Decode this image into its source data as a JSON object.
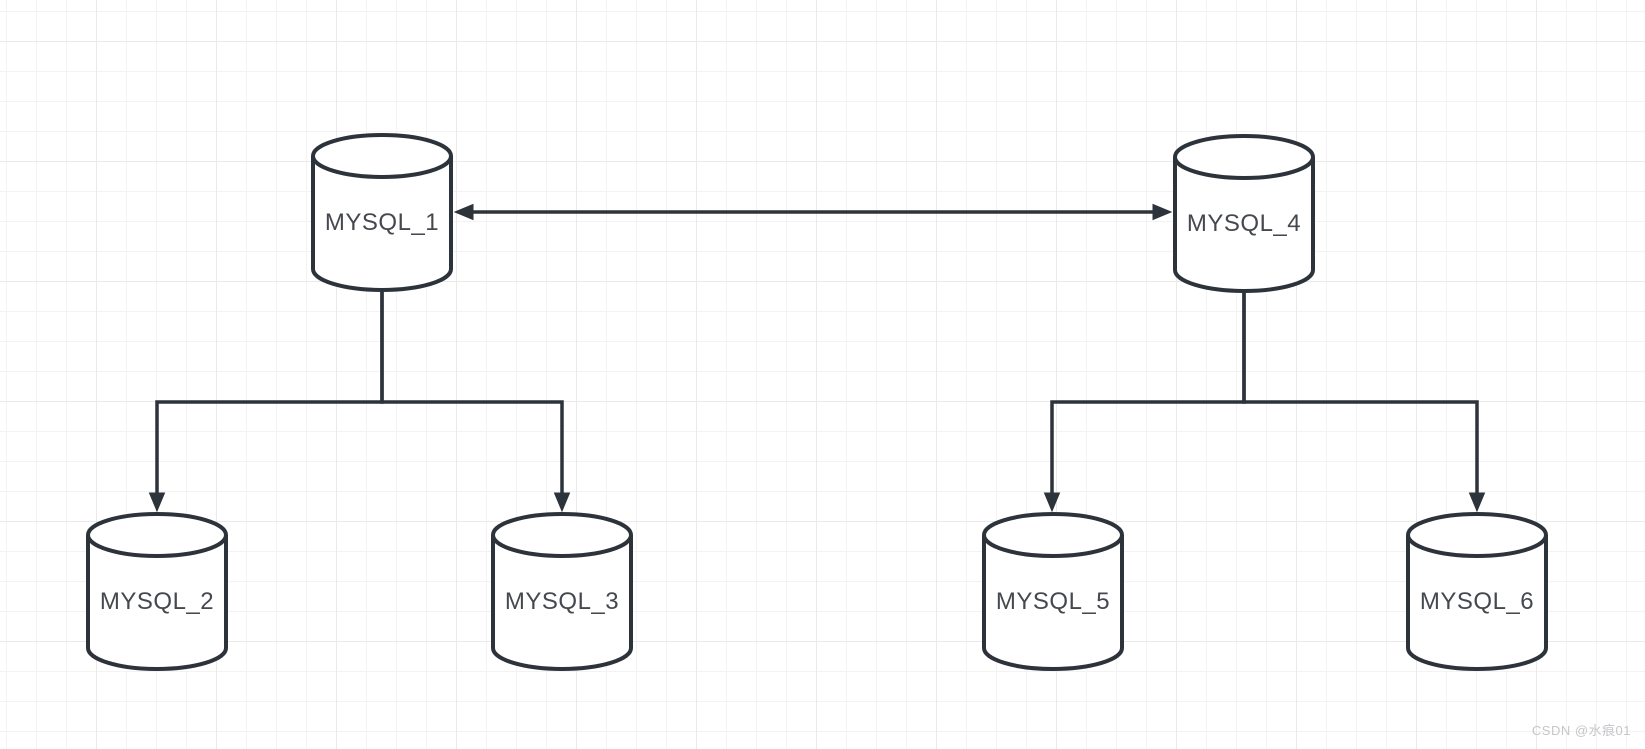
{
  "diagram": {
    "nodes": [
      {
        "id": "mysql_1",
        "label": "MYSQL_1"
      },
      {
        "id": "mysql_2",
        "label": "MYSQL_2"
      },
      {
        "id": "mysql_3",
        "label": "MYSQL_3"
      },
      {
        "id": "mysql_4",
        "label": "MYSQL_4"
      },
      {
        "id": "mysql_5",
        "label": "MYSQL_5"
      },
      {
        "id": "mysql_6",
        "label": "MYSQL_6"
      }
    ],
    "edges": [
      {
        "from": "mysql_1",
        "to": "mysql_4",
        "type": "bidirectional-arrow"
      },
      {
        "from": "mysql_1",
        "to": "mysql_2",
        "type": "arrow"
      },
      {
        "from": "mysql_1",
        "to": "mysql_3",
        "type": "arrow"
      },
      {
        "from": "mysql_4",
        "to": "mysql_5",
        "type": "arrow"
      },
      {
        "from": "mysql_4",
        "to": "mysql_6",
        "type": "arrow"
      }
    ],
    "colors": {
      "stroke": "#2d333b",
      "node_fill": "#ffffff",
      "label": "#45484e",
      "background": "#ffffff",
      "grid_minor": "#f3f3f3",
      "grid_major": "#eaeaea",
      "watermark": "#c4c6c9"
    }
  },
  "watermark": {
    "text": "CSDN @水痕01"
  }
}
